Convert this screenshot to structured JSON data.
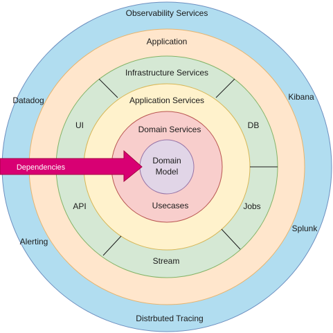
{
  "rings": {
    "observability": {
      "label": "Observability Services",
      "color": "#b1ddf0",
      "stroke": "#6c8ebf"
    },
    "application": {
      "label": "Application",
      "color": "#ffe6cc",
      "stroke": "#e7b36b"
    },
    "infrastructure": {
      "label": "Infrastructure Services",
      "color": "#d5e8d4",
      "stroke": "#82b366"
    },
    "application_services": {
      "label": "Application Services",
      "color": "#fff2cc",
      "stroke": "#d6b656"
    },
    "domain_services": {
      "label": "Domain Services",
      "color": "#f8cecc",
      "stroke": "#b85450"
    },
    "domain_model": {
      "line1": "Domain",
      "line2": "Model",
      "color": "#e1d5e7",
      "stroke": "#9673a6"
    }
  },
  "observability_tools": {
    "datadog": "Datadog",
    "kibana": "Kibana",
    "alerting": "Alerting",
    "splunk": "Splunk",
    "tracing": "Distrbuted Tracing"
  },
  "infrastructure_items": {
    "ui": "UI",
    "db": "DB",
    "api": "API",
    "jobs": "Jobs",
    "stream": "Stream"
  },
  "usecases": "Usecases",
  "dependencies": {
    "label": "Dependencies",
    "color": "#d80073"
  }
}
